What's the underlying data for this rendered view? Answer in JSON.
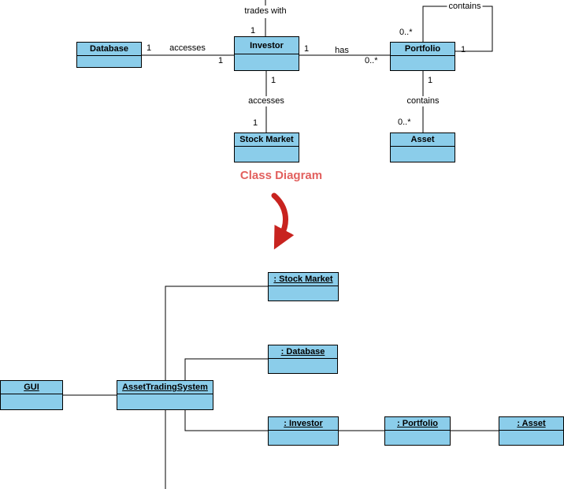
{
  "title": "Class Diagram",
  "colors": {
    "node_fill": "#8BCDEA",
    "node_border": "#000000",
    "title": "#E2605E",
    "arrow": "#C8231F",
    "edge": "#000000"
  },
  "class_diagram": {
    "nodes": {
      "database": "Database",
      "investor": "Investor",
      "portfolio": "Portfolio",
      "stock_market": "Stock Market",
      "asset": "Asset"
    },
    "edges": {
      "trades_with": {
        "label": "trades with",
        "target_mult": "1"
      },
      "accesses_database": {
        "label": "accesses",
        "source_mult": "1",
        "target_mult": "1"
      },
      "has_portfolio": {
        "label": "has",
        "source_mult": "1",
        "target_mult": "0..*"
      },
      "contains_portfolio_self": {
        "label": "contains",
        "source_mult": "0..*",
        "target_mult": "1"
      },
      "accesses_stock_market": {
        "label": "accesses",
        "source_mult": "1",
        "target_mult": "1"
      },
      "contains_asset": {
        "label": "contains",
        "source_mult": "1",
        "target_mult": "0..*"
      }
    }
  },
  "object_diagram": {
    "nodes": {
      "gui": "GUI",
      "asset_trading_system": "AssetTradingSystem",
      "stock_market": ": Stock Market",
      "database": ": Database",
      "investor": ": Investor",
      "portfolio": ": Portfolio",
      "asset": ": Asset"
    }
  }
}
